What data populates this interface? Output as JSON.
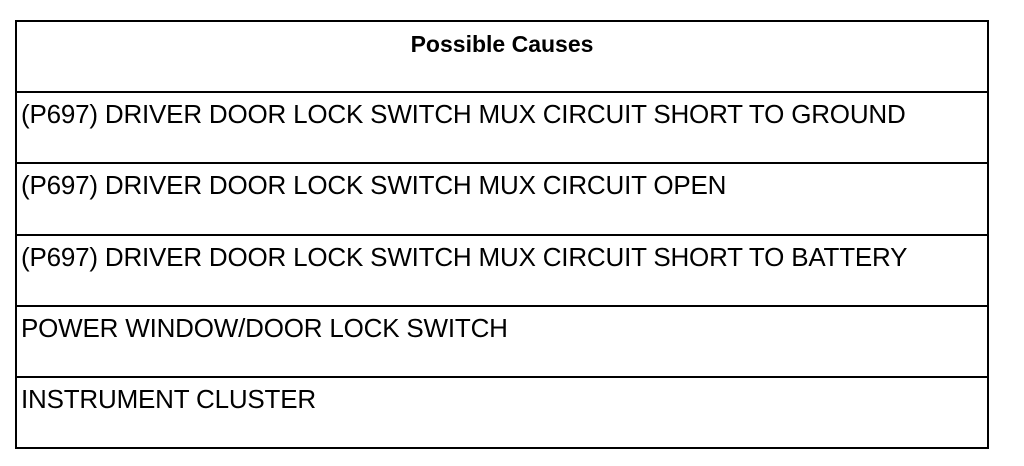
{
  "table": {
    "header": "Possible Causes",
    "rows": [
      "(P697) DRIVER DOOR LOCK SWITCH MUX CIRCUIT SHORT TO GROUND",
      "(P697) DRIVER DOOR LOCK SWITCH MUX CIRCUIT OPEN",
      "(P697) DRIVER DOOR LOCK SWITCH MUX CIRCUIT SHORT TO BATTERY",
      "POWER WINDOW/DOOR LOCK SWITCH",
      "INSTRUMENT CLUSTER"
    ]
  },
  "colors": {
    "border": "#000000",
    "text": "#000000",
    "background": "#ffffff"
  }
}
